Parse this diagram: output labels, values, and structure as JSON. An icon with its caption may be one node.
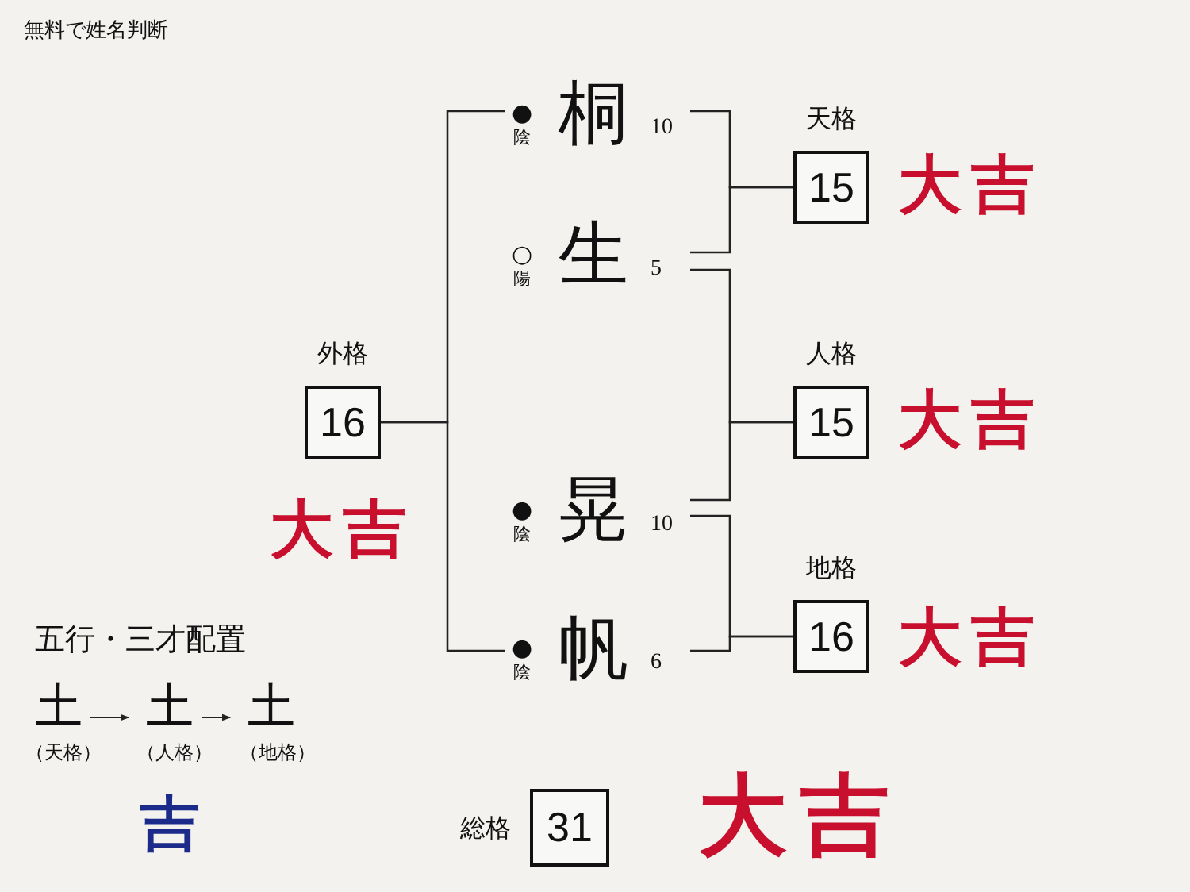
{
  "diagram": {
    "title": "無料で姓名判断",
    "nodes": [
      {
        "text": [
          "桐"
        ],
        "beside": [
          "●",
          "陰",
          "10"
        ]
      },
      {
        "text": [
          "生"
        ],
        "beside": [
          "○",
          "陽",
          "5"
        ]
      },
      {
        "text": [
          "晃"
        ],
        "beside": [
          "●",
          "陰",
          "10"
        ]
      },
      {
        "text": [
          "帆"
        ],
        "beside": [
          "●",
          "陰",
          "6"
        ]
      },
      {
        "text": [
          "外格",
          "16"
        ],
        "beside": [
          "大吉"
        ]
      },
      {
        "text": [
          "天格",
          "15"
        ],
        "beside": [
          "大吉"
        ]
      },
      {
        "text": [
          "人格",
          "15"
        ],
        "beside": [
          "大吉"
        ]
      },
      {
        "text": [
          "地格",
          "16"
        ],
        "beside": [
          "大吉"
        ]
      },
      {
        "text": [
          "総格",
          "31"
        ],
        "beside": [
          "大吉"
        ]
      },
      {
        "text": [
          "土"
        ],
        "beside": [
          "（天格）"
        ]
      },
      {
        "text": [
          "土"
        ],
        "beside": [
          "（人格）"
        ]
      },
      {
        "text": [
          "土"
        ],
        "beside": [
          "（地格）"
        ]
      }
    ],
    "edges": [
      {
        "from": 0,
        "to": 5,
        "arrow": "none"
      },
      {
        "from": 1,
        "to": 5,
        "arrow": "none"
      },
      {
        "from": 1,
        "to": 6,
        "arrow": "none"
      },
      {
        "from": 2,
        "to": 6,
        "arrow": "none"
      },
      {
        "from": 2,
        "to": 7,
        "arrow": "none"
      },
      {
        "from": 3,
        "to": 7,
        "arrow": "none"
      },
      {
        "from": 4,
        "to": 0,
        "arrow": "none"
      },
      {
        "from": 4,
        "to": 3,
        "arrow": "none"
      },
      {
        "from": 9,
        "to": 10,
        "arrow": "to"
      },
      {
        "from": 10,
        "to": 11,
        "arrow": "to"
      }
    ],
    "labels": [
      "五行・三才配置",
      "吉"
    ]
  }
}
